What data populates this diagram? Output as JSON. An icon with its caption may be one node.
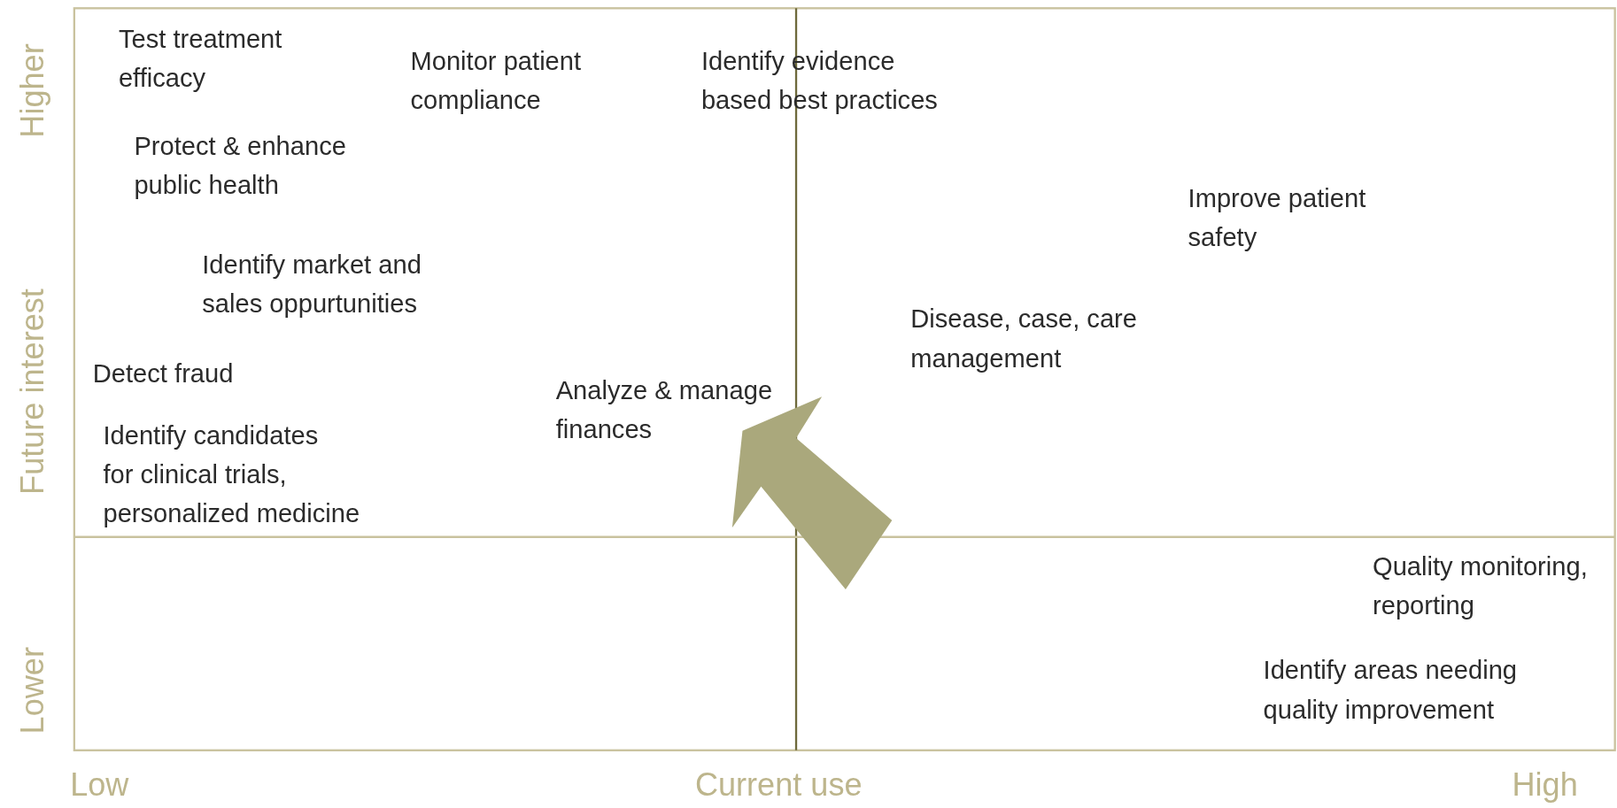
{
  "diagram": {
    "labels": [
      "Test treatment efficacy",
      "Monitor patient compliance",
      "Identify evidence based best practices",
      "Protect & enhance public health",
      "Improve patient safety",
      "Identify market and sales oppurtunities",
      "Disease, case, care management",
      "Detect fraud",
      "Analyze & manage finances",
      "Identify candidates for clinical trials, personalized medicine",
      "Quality monitoring, reporting",
      "Identify areas needing quality improvement",
      "Higher",
      "Future interest",
      "Lower",
      "Low",
      "Current use",
      "High"
    ]
  }
}
